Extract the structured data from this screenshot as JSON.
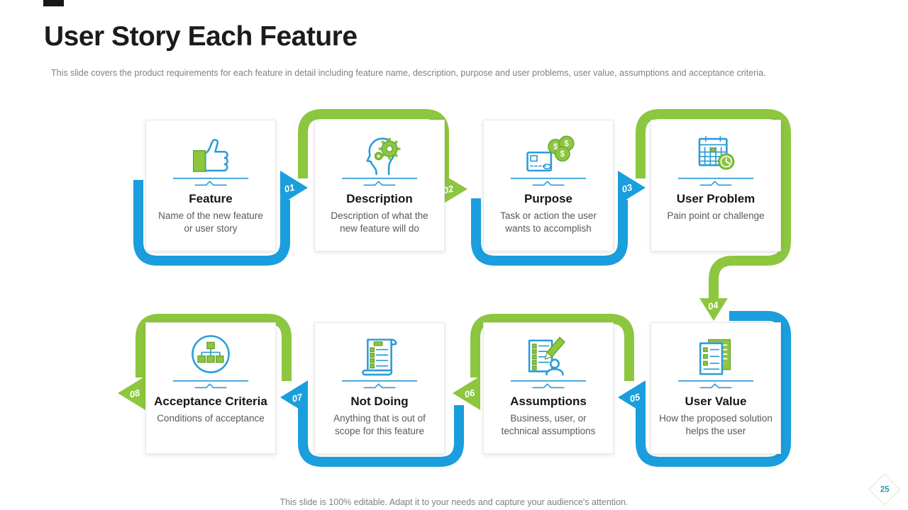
{
  "slide": {
    "title": "User Story Each Feature",
    "subtitle": "This slide covers the product requirements for each feature in detail including feature name, description, purpose and user problems, user value, assumptions and acceptance criteria.",
    "footer": "This slide is 100% editable. Adapt it to your needs and capture your audience's attention.",
    "page_number": "25"
  },
  "colors": {
    "ribbon-blue": "#1A9EDE",
    "ribbon-green": "#8DC63F",
    "icon-blue": "#2B9CD8",
    "icon-green": "#8DC63F",
    "icon-green-dark": "#68A634",
    "title-color": "#1b1b1b",
    "muted": "#808080",
    "card-title": "#161616",
    "card-text": "#595959",
    "page-num": "#2f9ba0"
  },
  "steps": [
    {
      "label": "01"
    },
    {
      "label": "02"
    },
    {
      "label": "03"
    },
    {
      "label": "04"
    },
    {
      "label": "05"
    },
    {
      "label": "06"
    },
    {
      "label": "07"
    },
    {
      "label": "08"
    }
  ],
  "cards": [
    {
      "title": "Feature",
      "description": "Name of the new feature or user story",
      "icon": "thumbs-up-icon"
    },
    {
      "title": "Description",
      "description": "Description of what the new feature will do",
      "icon": "head-gears-icon"
    },
    {
      "title": "Purpose",
      "description": "Task or action the user wants to accomplish",
      "icon": "money-coins-icon"
    },
    {
      "title": "User Problem",
      "description": "Pain point or challenge",
      "icon": "calendar-clock-icon"
    },
    {
      "title": "User Value",
      "description": "How the proposed solution helps the user",
      "icon": "documents-checklist-icon"
    },
    {
      "title": "Assumptions",
      "description": "Business, user, or technical assumptions",
      "icon": "clipboard-pencil-person-icon"
    },
    {
      "title": "Not Doing",
      "description": "Anything that is out of scope for this feature",
      "icon": "scroll-list-icon"
    },
    {
      "title": "Acceptance Criteria",
      "description": "Conditions of acceptance",
      "icon": "hierarchy-circle-icon"
    }
  ]
}
